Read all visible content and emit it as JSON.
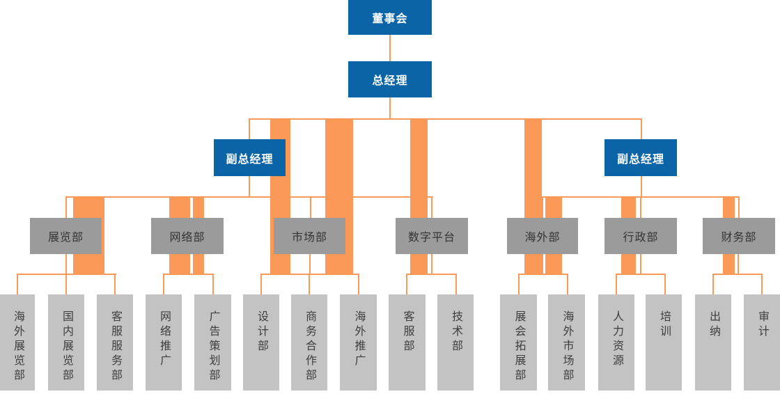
{
  "org": {
    "board": "董事会",
    "general_manager": "总经理",
    "deputy_left": "副总经理",
    "deputy_right": "副总经理",
    "departments": [
      {
        "label": "展览部",
        "children": [
          "海外展览部",
          "国内展览部",
          "客服服务部"
        ]
      },
      {
        "label": "网络部",
        "children": [
          "网络推广",
          "广告策划部"
        ]
      },
      {
        "label": "市场部",
        "children": [
          "设计部",
          "商务合作部",
          "海外推广"
        ]
      },
      {
        "label": "数字平台",
        "children": [
          "客服部",
          "技术部"
        ]
      },
      {
        "label": "海外部",
        "children": [
          "展会拓展部",
          "海外市场部"
        ]
      },
      {
        "label": "行政部",
        "children": [
          "人力资源",
          "培训"
        ]
      },
      {
        "label": "财务部",
        "children": [
          "出纳",
          "审计"
        ]
      }
    ],
    "colors": {
      "node_blue": "#0b64a6",
      "connector_orange": "#fb9a58",
      "dept_gray": "#9b9b9b",
      "leaf_gray": "#c3c3c3"
    }
  }
}
